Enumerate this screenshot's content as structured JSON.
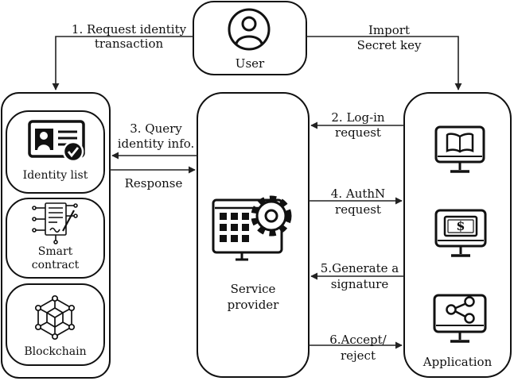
{
  "user": {
    "label": "User"
  },
  "left_column": {
    "identity_list": "Identity list",
    "smart_contract": [
      "Smart",
      "contract"
    ],
    "blockchain": "Blockchain"
  },
  "service_provider": {
    "label": [
      "Service",
      "provider"
    ]
  },
  "application": {
    "label": "Application"
  },
  "flows": {
    "request_identity": [
      "1. Request identity",
      "transaction"
    ],
    "import_key": [
      "Import",
      "Secret key"
    ],
    "login": [
      "2. Log-in",
      "request"
    ],
    "query": [
      "3. Query",
      "identity info."
    ],
    "response": "Response",
    "authn": [
      "4. AuthN",
      "request"
    ],
    "generate": [
      "5.Generate a",
      "signature"
    ],
    "accept": [
      "6.Accept/",
      "reject"
    ]
  }
}
